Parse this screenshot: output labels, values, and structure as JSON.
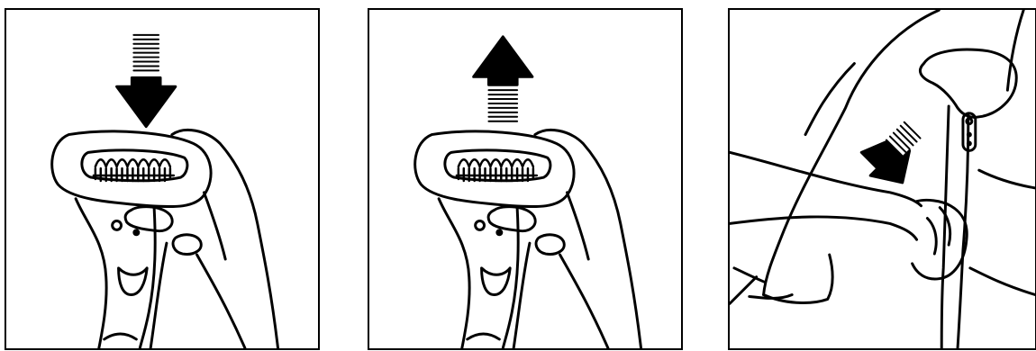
{
  "steps": [
    {
      "arrow_direction": "down",
      "icon": "epilator-head-arrow-down"
    },
    {
      "arrow_direction": "up",
      "icon": "epilator-head-arrow-up"
    },
    {
      "arrow_direction": "diagonal-down-left",
      "icon": "epilator-leg-glide-arrow"
    }
  ],
  "colors": {
    "line": "#000000",
    "background": "#ffffff"
  }
}
